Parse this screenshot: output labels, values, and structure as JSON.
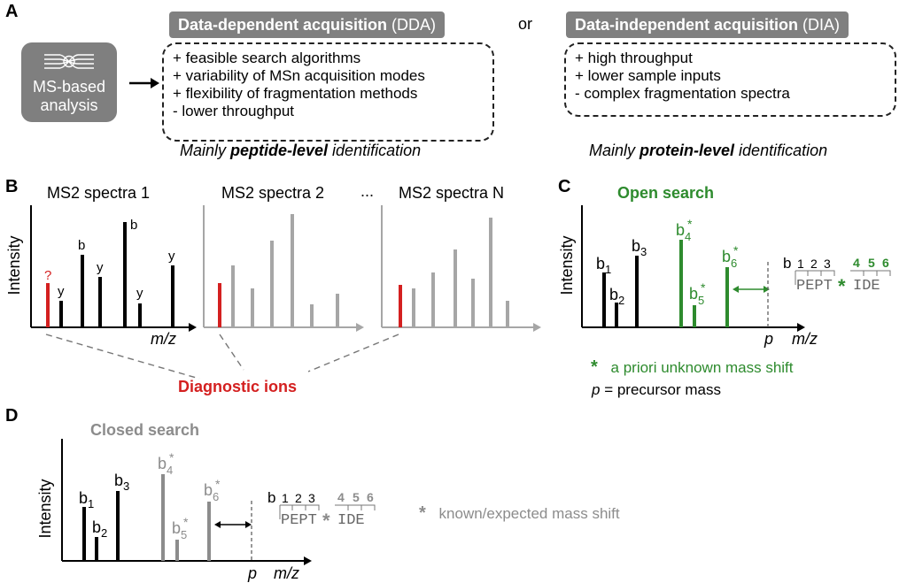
{
  "panel_a": {
    "label": "A",
    "ms_box_label_1": "MS-based",
    "ms_box_label_2": "analysis",
    "dda": {
      "title_bold": "Data-dependent acquisition",
      "title_abbr": " (DDA)",
      "items": [
        "+ feasible search algorithms",
        "+ variability of MSn acquisition modes",
        "+ flexibility of fragmentation methods",
        "-  lower throughput"
      ],
      "caption_pre": "Mainly ",
      "caption_bold": "peptide-level",
      "caption_post": " identification"
    },
    "or_text": "or",
    "dia": {
      "title_bold": "Data-independent acquisition",
      "title_abbr": " (DIA)",
      "items": [
        "+ high throughput",
        "+ lower sample inputs",
        "- complex fragmentation spectra"
      ],
      "caption_pre": "Mainly ",
      "caption_bold": "protein-level",
      "caption_post": " identification"
    }
  },
  "panel_b": {
    "label": "B",
    "spectrum_1_title": "MS2 spectra 1",
    "spectrum_2_title": "MS2 spectra 2",
    "ellipsis": "...",
    "spectrum_n_title": "MS2 spectra N",
    "y_axis_label": "Intensity",
    "x_axis_label": "m/z",
    "unknown_marker": "?",
    "ion_labels": [
      "y",
      "b",
      "y",
      "b",
      "y",
      "y"
    ],
    "diagnostic_label": "Diagnostic ions",
    "colors": {
      "diagnostic": "#d42020",
      "black": "#000000",
      "grey": "#a6a6a6"
    }
  },
  "panel_c": {
    "label": "C",
    "title": "Open search",
    "y_axis_label": "Intensity",
    "x_axis_label": "m/z",
    "precursor_symbol": "p",
    "b_ion": "b",
    "subscripts": [
      "1",
      "2",
      "3",
      "4",
      "5",
      "6"
    ],
    "star": "*",
    "peptide_prefix": "PEPT",
    "peptide_suffix": "IDE",
    "position_numbers": [
      "1",
      "2",
      "3",
      "4",
      "5",
      "6"
    ],
    "legend_star_text": "a priori unknown mass shift",
    "legend_p_symbol": "p",
    "legend_p_text": " = precursor mass",
    "colors": {
      "shift": "#2e8b2e"
    }
  },
  "panel_d": {
    "label": "D",
    "title": "Closed search",
    "y_axis_label": "Intensity",
    "x_axis_label": "m/z",
    "precursor_symbol": "p",
    "b_ion": "b",
    "subscripts": [
      "1",
      "2",
      "3",
      "4",
      "5",
      "6"
    ],
    "star": "*",
    "peptide_prefix": "PEPT",
    "peptide_suffix": "IDE",
    "position_numbers": [
      "1",
      "2",
      "3",
      "4",
      "5",
      "6"
    ],
    "legend_star_text": "known/expected mass shift",
    "colors": {
      "shift": "#8c8c8c"
    }
  }
}
